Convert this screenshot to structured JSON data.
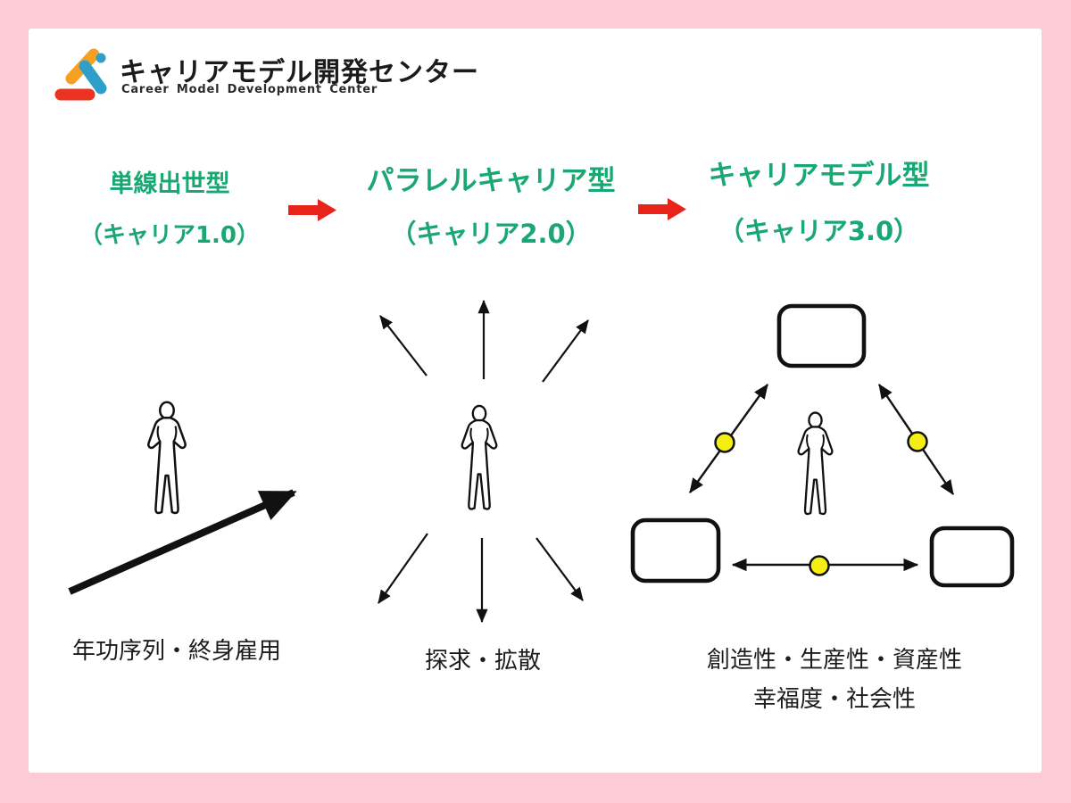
{
  "page": {
    "background_color": "#fccbd3",
    "card_color": "#ffffff"
  },
  "logo": {
    "title": "キャリアモデル開発センター",
    "subtitle": "Career Model Development Center",
    "icon": "three-bar-mark",
    "icon_colors": {
      "orange": "#f5a023",
      "blue": "#2f9fc9",
      "red": "#ea3323"
    }
  },
  "flow": {
    "heading_color": "#19a773",
    "transition_arrow_color": "#e8231a",
    "stages": [
      {
        "name": "単線出世型",
        "label": "（キャリア1.0）",
        "caption": "年功序列・終身雇用",
        "figure": "person with single rising arrow"
      },
      {
        "name": "パラレルキャリア型",
        "label": "（キャリア2.0）",
        "caption": "探求・拡散",
        "figure": "person with six radiating arrows"
      },
      {
        "name": "キャリアモデル型",
        "label": "（キャリア3.0）",
        "caption": "創造性・生産性・資産性",
        "caption2": "幸福度・社会性",
        "figure": "person inside triangle of three boxes linked by double arrows with yellow connector dots"
      }
    ]
  },
  "diagram": {
    "line_color": "#111111",
    "connector_dot_color": "#f4ee15",
    "box_fill": "#ffffff"
  }
}
